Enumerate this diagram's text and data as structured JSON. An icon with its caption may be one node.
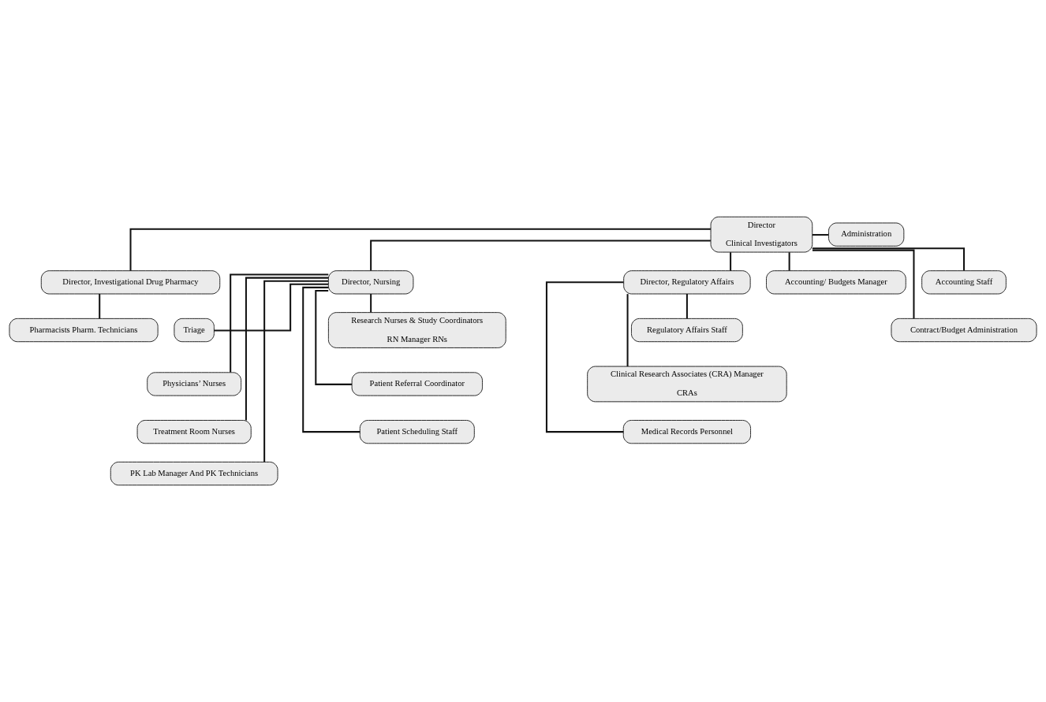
{
  "diagram": {
    "nodes": [
      {
        "text": [
          "Director",
          "Clinical Investigators"
        ]
      },
      {
        "text": [
          "Administration"
        ]
      },
      {
        "text": [
          "Director, Investigational Drug Pharmacy"
        ]
      },
      {
        "text": [
          "Pharmacists Pharm. Technicians"
        ]
      },
      {
        "text": [
          "Director, Nursing"
        ]
      },
      {
        "text": [
          "Triage"
        ]
      },
      {
        "text": [
          "Physicians’ Nurses"
        ]
      },
      {
        "text": [
          "Treatment Room Nurses"
        ]
      },
      {
        "text": [
          "PK Lab Manager And PK Technicians"
        ]
      },
      {
        "text": [
          "Research Nurses & Study Coordinators",
          "RN Manager RNs"
        ]
      },
      {
        "text": [
          "Patient Referral Coordinator"
        ]
      },
      {
        "text": [
          "Patient Scheduling Staff"
        ]
      },
      {
        "text": [
          "Director, Regulatory Affairs"
        ]
      },
      {
        "text": [
          "Regulatory Affairs Staff"
        ]
      },
      {
        "text": [
          "Clinical Research Associates (CRA) Manager",
          "CRAs"
        ]
      },
      {
        "text": [
          "Medical Records Personnel"
        ]
      },
      {
        "text": [
          "Accounting/ Budgets Manager"
        ]
      },
      {
        "text": [
          "Accounting Staff"
        ]
      },
      {
        "text": [
          "Contract/Budget Administration"
        ]
      }
    ],
    "edges": [
      {
        "from": 0,
        "to": 1,
        "arrow": "none"
      },
      {
        "from": 0,
        "to": 2,
        "arrow": "none"
      },
      {
        "from": 0,
        "to": 4,
        "arrow": "none"
      },
      {
        "from": 0,
        "to": 12,
        "arrow": "none"
      },
      {
        "from": 0,
        "to": 16,
        "arrow": "none"
      },
      {
        "from": 0,
        "to": 17,
        "arrow": "none"
      },
      {
        "from": 0,
        "to": 18,
        "arrow": "none"
      },
      {
        "from": 2,
        "to": 3,
        "arrow": "none"
      },
      {
        "from": 4,
        "to": 5,
        "arrow": "none"
      },
      {
        "from": 4,
        "to": 6,
        "arrow": "none"
      },
      {
        "from": 4,
        "to": 7,
        "arrow": "none"
      },
      {
        "from": 4,
        "to": 8,
        "arrow": "none"
      },
      {
        "from": 4,
        "to": 9,
        "arrow": "none"
      },
      {
        "from": 4,
        "to": 10,
        "arrow": "none"
      },
      {
        "from": 4,
        "to": 11,
        "arrow": "none"
      },
      {
        "from": 12,
        "to": 13,
        "arrow": "none"
      },
      {
        "from": 12,
        "to": 14,
        "arrow": "none"
      },
      {
        "from": 12,
        "to": 15,
        "arrow": "none"
      }
    ]
  }
}
